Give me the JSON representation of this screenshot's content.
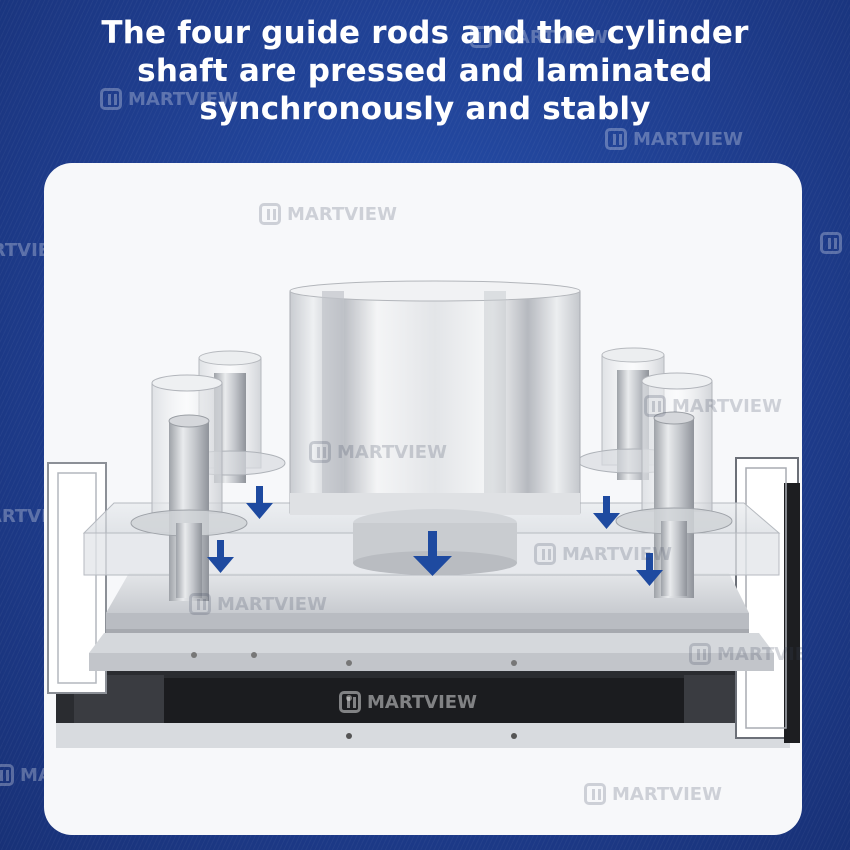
{
  "headline": {
    "line1": "The four guide rods and the cylinder",
    "line2": "shaft are pressed and laminated",
    "line3": "synchronously and stably"
  },
  "watermark": {
    "text": "MARTVIEW"
  },
  "colors": {
    "background": "#1f3d8f",
    "panel": "#f7f8fa",
    "arrow": "#1e4aa0",
    "headline_text": "#ffffff"
  },
  "illustration": {
    "subject": "laminating-press-mechanism",
    "arrow_icon": "down-arrow-icon",
    "arrow_count": 5
  }
}
